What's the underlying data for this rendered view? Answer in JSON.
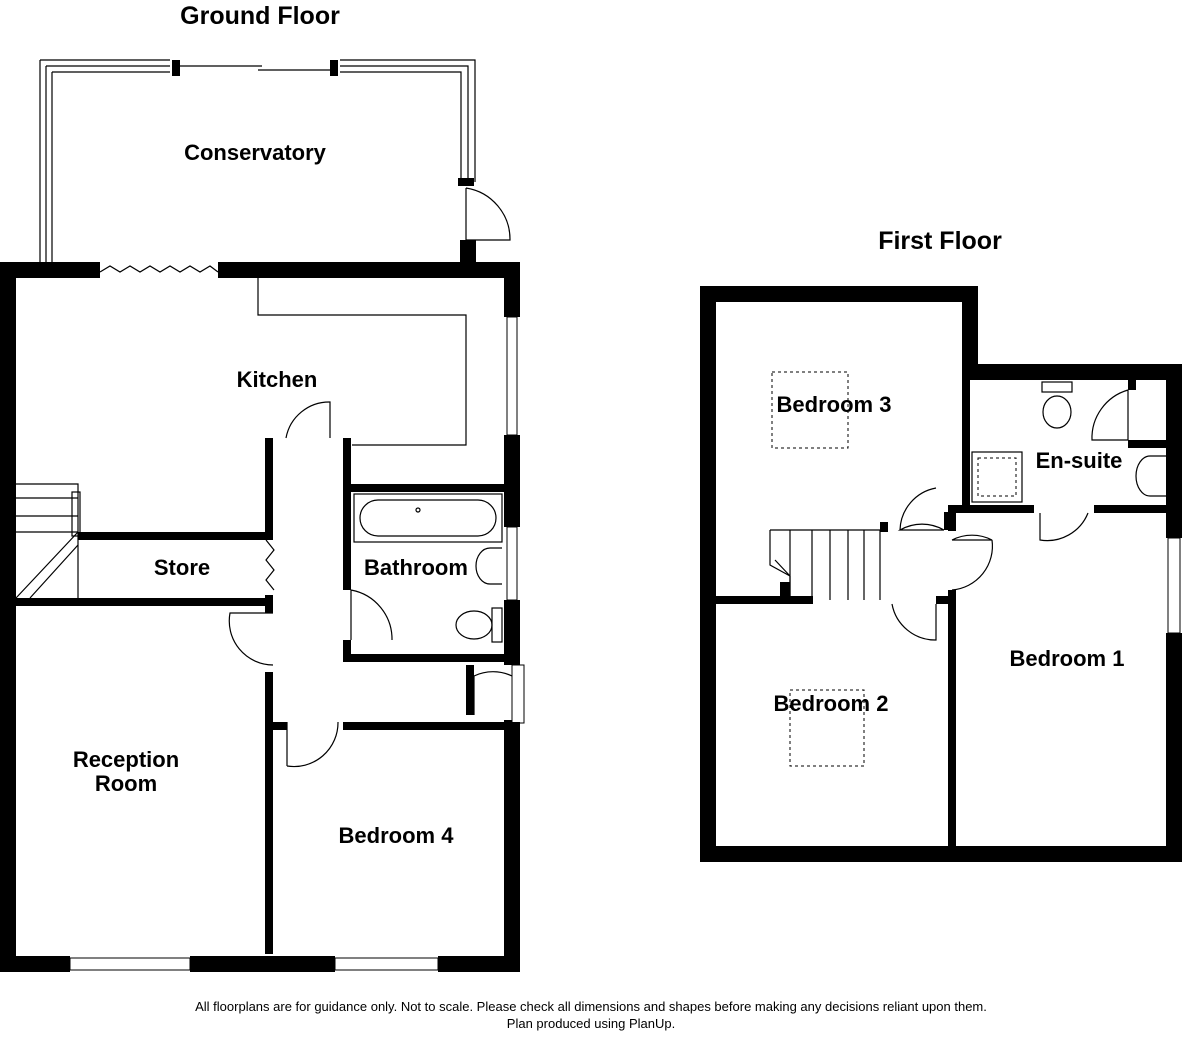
{
  "floors": {
    "ground": {
      "title": "Ground Floor",
      "rooms": {
        "conservatory": "Conservatory",
        "kitchen": "Kitchen",
        "store": "Store",
        "bathroom": "Bathroom",
        "reception_line1": "Reception",
        "reception_line2": "Room",
        "bedroom4": "Bedroom 4"
      }
    },
    "first": {
      "title": "First Floor",
      "rooms": {
        "bedroom3": "Bedroom 3",
        "ensuite": "En-suite",
        "bedroom2": "Bedroom 2",
        "bedroom1": "Bedroom 1"
      }
    }
  },
  "footer": {
    "disclaimer": "All floorplans are for guidance only. Not to scale. Please check all dimensions and shapes before making any decisions reliant upon them.",
    "produced_by": "Plan produced using PlanUp."
  },
  "colors": {
    "wall": "#000000",
    "background": "#ffffff"
  }
}
